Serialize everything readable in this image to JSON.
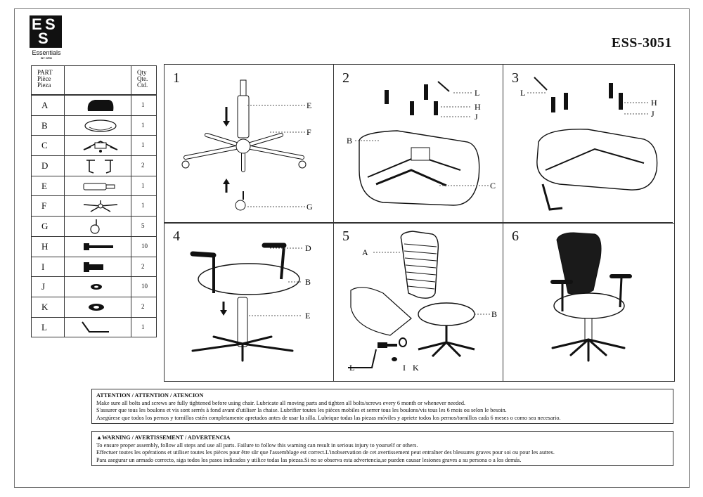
{
  "logo": {
    "letters": "ESS",
    "name": "Essentials",
    "sub": "BY OFM"
  },
  "model": "ESS-3051",
  "parts_table": {
    "header_part": [
      "PART",
      "Pièce",
      "Pieza"
    ],
    "header_qty": [
      "Qty",
      "Qte.",
      "Ctd."
    ],
    "rows": [
      {
        "letter": "A",
        "qty": "1",
        "icon": "backrest-icon"
      },
      {
        "letter": "B",
        "qty": "1",
        "icon": "seat-plate-icon"
      },
      {
        "letter": "C",
        "qty": "1",
        "icon": "mechanism-icon"
      },
      {
        "letter": "D",
        "qty": "2",
        "icon": "armrest-icon"
      },
      {
        "letter": "E",
        "qty": "1",
        "icon": "gas-lift-icon"
      },
      {
        "letter": "F",
        "qty": "1",
        "icon": "base-icon"
      },
      {
        "letter": "G",
        "qty": "5",
        "icon": "caster-icon"
      },
      {
        "letter": "H",
        "qty": "10",
        "icon": "long-bolt-icon"
      },
      {
        "letter": "I",
        "qty": "2",
        "icon": "short-bolt-icon"
      },
      {
        "letter": "J",
        "qty": "10",
        "icon": "washer-icon"
      },
      {
        "letter": "K",
        "qty": "2",
        "icon": "large-washer-icon"
      },
      {
        "letter": "L",
        "qty": "1",
        "icon": "allen-key-icon"
      }
    ]
  },
  "steps": [
    {
      "num": "1",
      "labels": [
        "E",
        "F",
        "G"
      ]
    },
    {
      "num": "2",
      "labels": [
        "L",
        "H",
        "J",
        "B",
        "C"
      ]
    },
    {
      "num": "3",
      "labels": [
        "L",
        "H",
        "J"
      ]
    },
    {
      "num": "4",
      "labels": [
        "D",
        "B",
        "E"
      ]
    },
    {
      "num": "5",
      "labels": [
        "A",
        "B",
        "L",
        "I",
        "K"
      ]
    },
    {
      "num": "6",
      "labels": []
    }
  ],
  "attention": {
    "title": "ATTENTION / ATTENTION / ATENCION",
    "lines": [
      "Make sure all bolts and screws are fully tightened before using chair. Lubricate all moving parts and tighten all bolts/screws every 6 month or whenever needed.",
      "S'assurer que tous les boulons et vis sont serrés à fond avant d'utiliser la chaise. Lubrifier toutes les pièces mobiles et serrer tous les boulons/vis tous les 6 mois ou selon le besoin.",
      "Asegúrese que todos los pernos y tornillos estén completamente apretados antes de usar la silla. Lubrique todas las piezas móviles y apriete todos los pernos/tornillos cada 6 meses o como sea necesario."
    ]
  },
  "warning": {
    "title": "WARNING / AVERTISSEMENT / ADVERTENCIA",
    "lines": [
      "To ensure proper assembly, follow all steps and use all parts. Failure to follow this warning can result in serious injury to yourself or others.",
      "Effectuer toutes les opérations et utiliser toutes les pièces pour être sûr que l'assemblage est correct.L'inobservation de cet avertissement peut entraîner des blessures graves pour soi ou pour les autres.",
      "Para asegurar un armado correcto, siga todos los pasos indicados y utilice todas las piezas.Si no se observa esta advertencia,se pueden causar lesiones graves a su persona o a los demás."
    ]
  }
}
